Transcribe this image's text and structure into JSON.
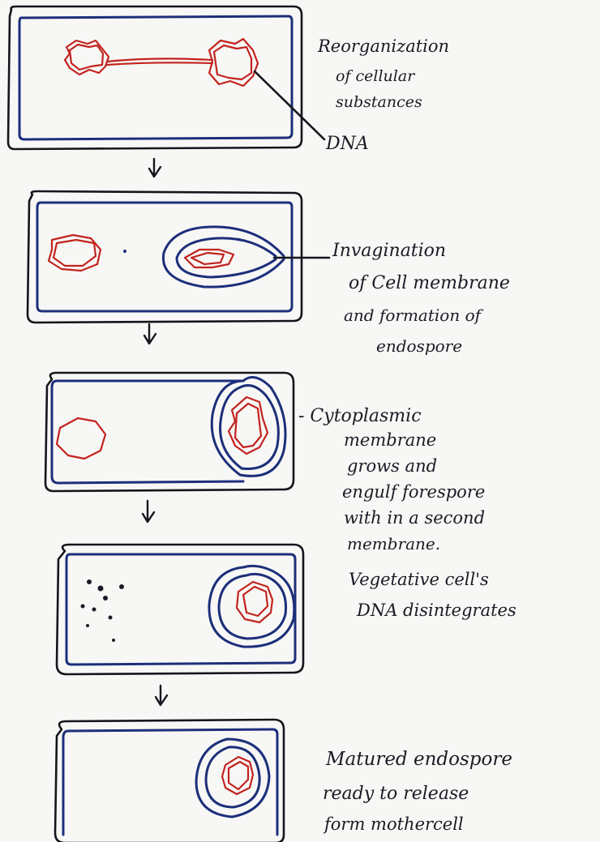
{
  "stages": [
    {
      "label_lines": [
        "Reorganization",
        "of cellular",
        "substances"
      ],
      "pointer_label": "DNA"
    },
    {
      "label_lines": [
        "Invagination",
        "of Cell membrane",
        "and formation of",
        "endospore"
      ]
    },
    {
      "label_lines": [
        "- Cytoplasmic",
        "membrane",
        "grows and",
        "engulf forespore",
        "with in a second",
        "membrane.",
        "Vegetative cell's",
        "DNA disintegrates"
      ]
    },
    {
      "label_lines": []
    },
    {
      "label_lines": [
        "Matured endospore",
        "ready to release",
        "form mothercell"
      ]
    }
  ],
  "colors": {
    "cell_wall": "#15151d",
    "membrane": "#1c2f7a",
    "dna": "#c2231f"
  }
}
